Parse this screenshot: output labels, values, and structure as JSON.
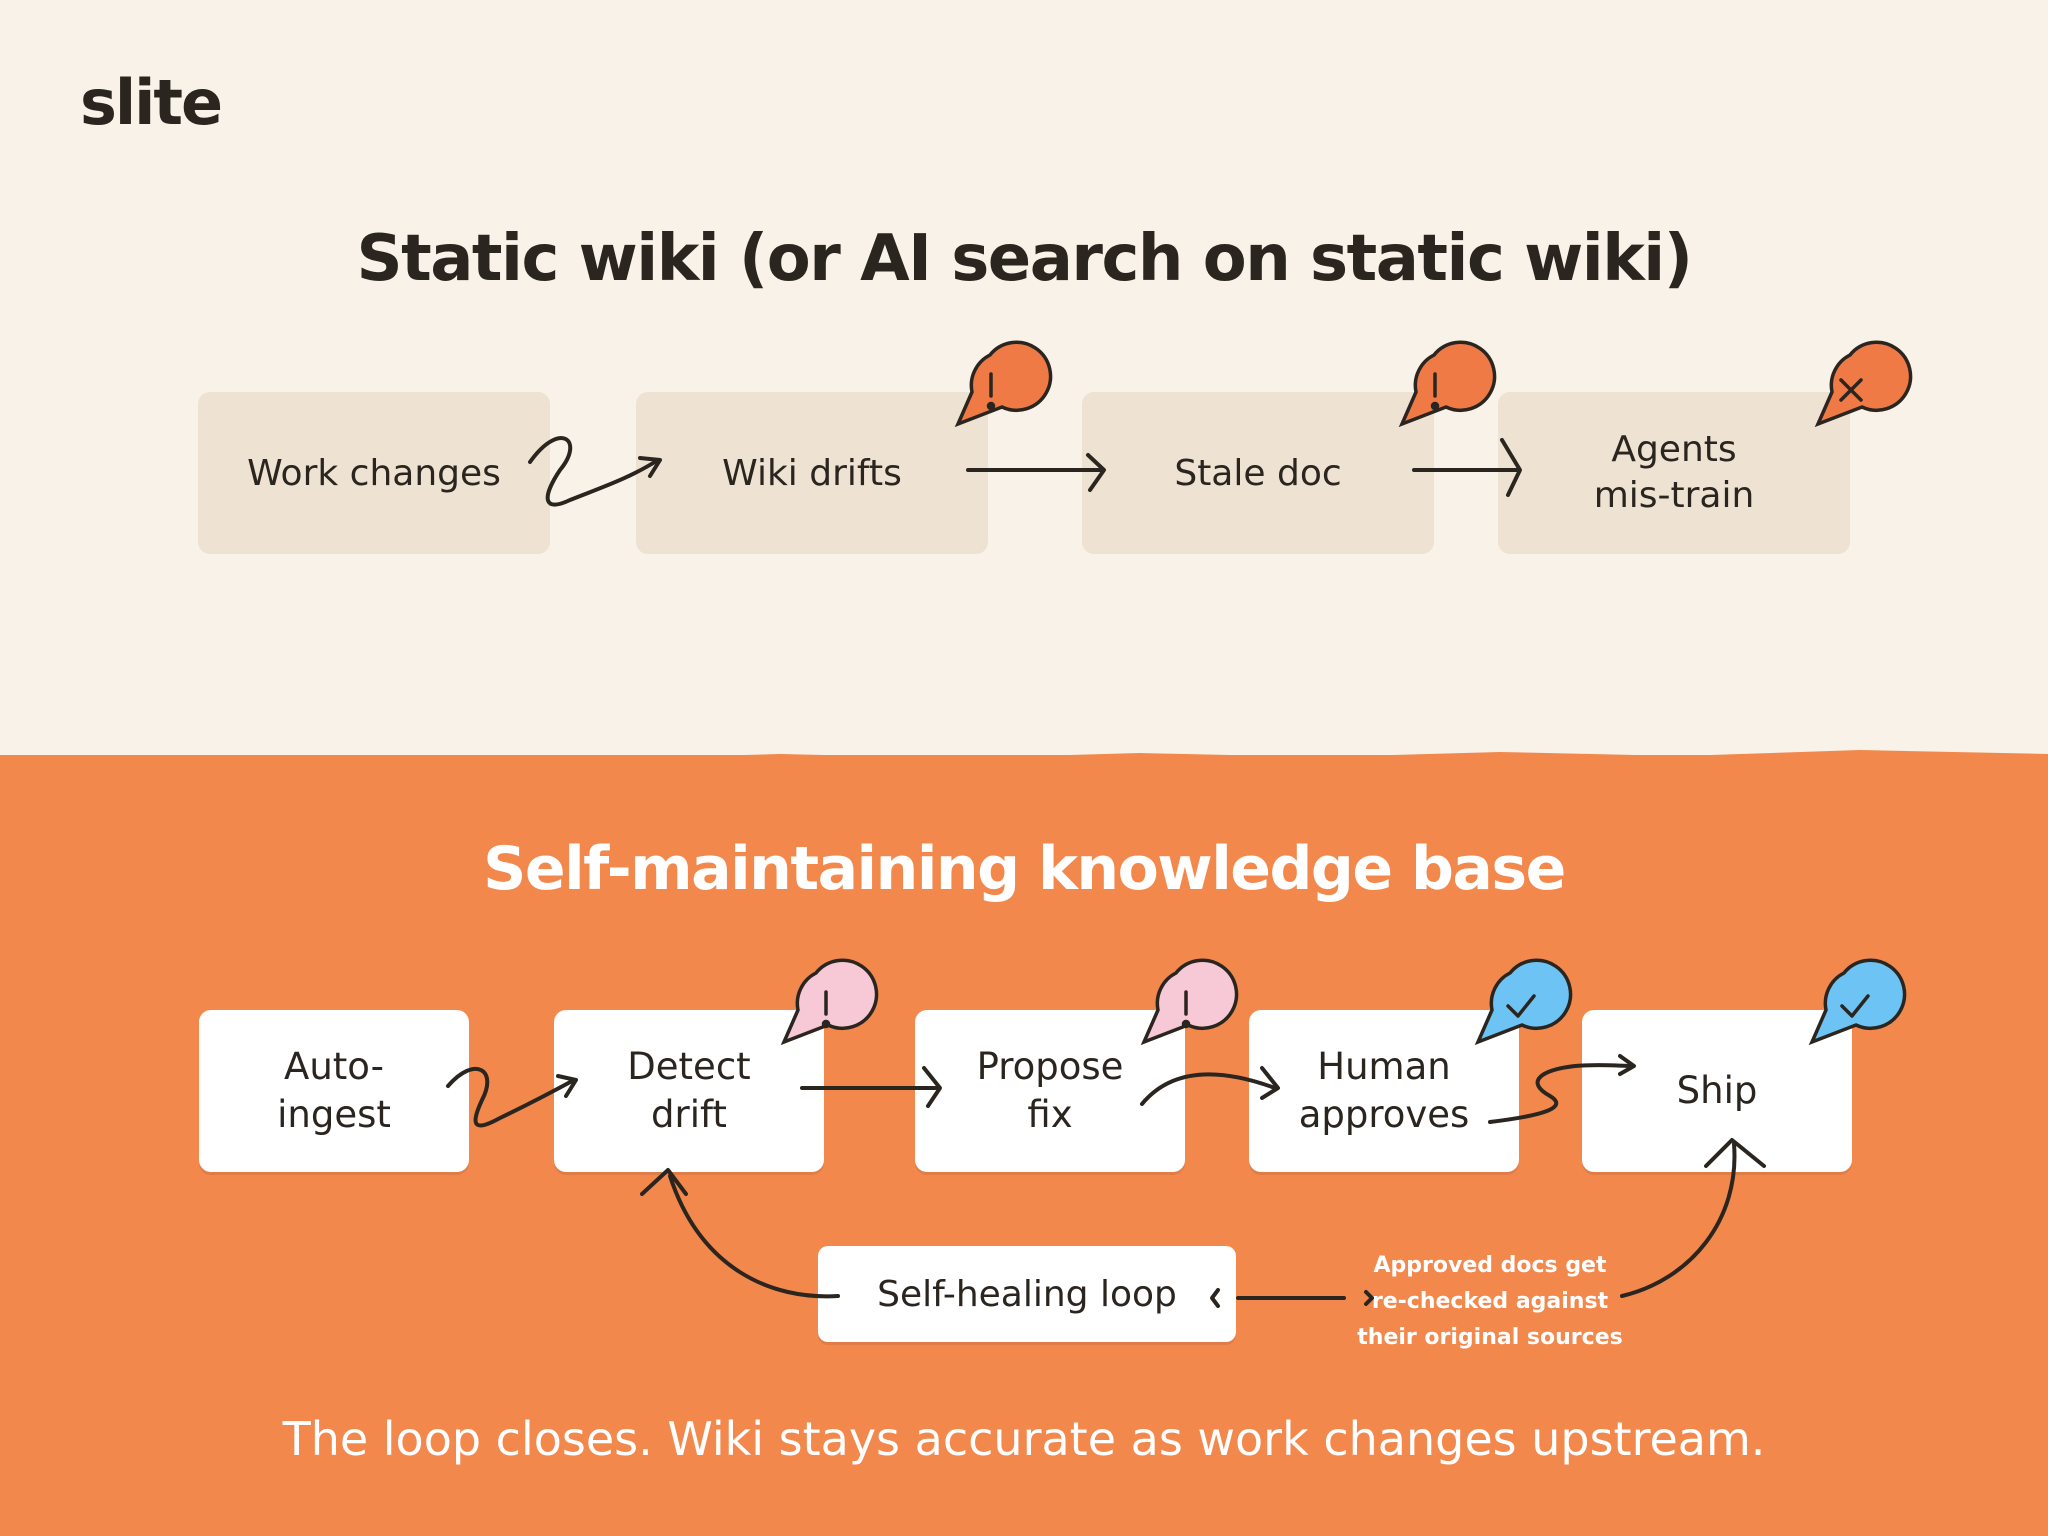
{
  "brand": {
    "logo": "slite"
  },
  "static_section": {
    "title": "Static wiki (or AI search on static wiki)",
    "steps": [
      {
        "label": "Work changes",
        "badge": ""
      },
      {
        "label": "Wiki drifts",
        "badge": "exclamation-icon"
      },
      {
        "label": "Stale doc",
        "badge": "exclamation-icon"
      },
      {
        "label": "Agents\nmis-train",
        "badge": "x-icon"
      }
    ]
  },
  "self_section": {
    "title": "Self-maintaining knowledge base",
    "steps": [
      {
        "label": "Auto-\ningest",
        "badge": ""
      },
      {
        "label": "Detect\ndrift",
        "badge": "exclamation-icon"
      },
      {
        "label": "Propose\nfix",
        "badge": "exclamation-icon"
      },
      {
        "label": "Human\napproves",
        "badge": "check-icon"
      },
      {
        "label": "Ship",
        "badge": "check-icon"
      }
    ],
    "loop_label": "Self-healing loop",
    "loop_note": "Approved docs get\nre-checked against\ntheir original sources"
  },
  "tagline": "The loop closes. Wiki stays accurate as work changes upstream.",
  "colors": {
    "cream": "#f8f2e8",
    "orange": "#f3884d",
    "badge_orange": "#f07a45",
    "badge_pink": "#f7c8d6",
    "badge_blue": "#6cc3f4",
    "ink": "#2b2520"
  }
}
